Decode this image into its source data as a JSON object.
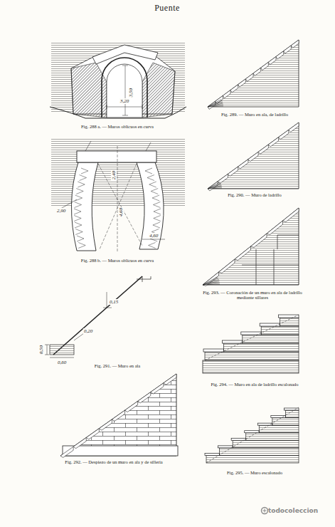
{
  "diagram": {
    "title": "Puente",
    "labels": [
      "Fig. 288 a. — Muros oblicuos en curva",
      "3,50",
      "3,20",
      "Fig. 288 b. — Muros oblicuos en curva",
      "2,40",
      "2,90",
      "4,60",
      "4,60",
      "Fig. 289. — Muro en ala, de ladrillo",
      "Fig. 290. — Muro de ladrillo",
      "Fig. 291. — Muro en ala",
      "0,15",
      "0,20",
      "0,50",
      "0,60",
      "Fig. 292. — Despiezo de un muro en ala y de sillería",
      "Fig. 293. — Coronación de un muro en ala de ladrillo mediante sillares",
      "Fig. 294. — Muro en ala de ladrillo escalonado",
      "Fig. 295. — Muro escalonado",
      "todocoleccion"
    ]
  }
}
